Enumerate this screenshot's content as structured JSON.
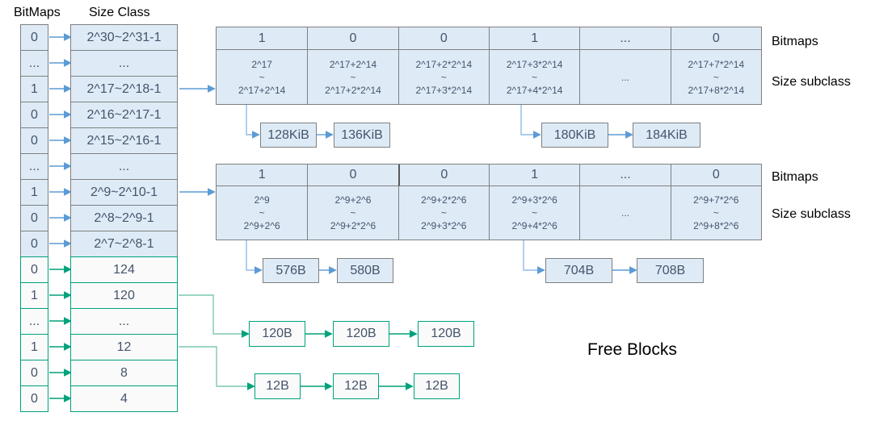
{
  "header": {
    "bitmaps": "BitMaps",
    "size_class": "Size Class"
  },
  "left_panel": {
    "blue_rows": [
      {
        "bit": "0",
        "size_class": "2^30~2^31-1"
      },
      {
        "bit": "...",
        "size_class": "..."
      },
      {
        "bit": "1",
        "size_class": "2^17~2^18-1"
      },
      {
        "bit": "0",
        "size_class": "2^16~2^17-1"
      },
      {
        "bit": "0",
        "size_class": "2^15~2^16-1"
      },
      {
        "bit": "...",
        "size_class": "..."
      },
      {
        "bit": "1",
        "size_class": "2^9~2^10-1"
      },
      {
        "bit": "0",
        "size_class": "2^8~2^9-1"
      },
      {
        "bit": "0",
        "size_class": "2^7~2^8-1"
      }
    ],
    "green_rows": [
      {
        "bit": "0",
        "size_class": "124"
      },
      {
        "bit": "1",
        "size_class": "120"
      },
      {
        "bit": "...",
        "size_class": "..."
      },
      {
        "bit": "1",
        "size_class": "12"
      },
      {
        "bit": "0",
        "size_class": "8"
      },
      {
        "bit": "0",
        "size_class": "4"
      }
    ]
  },
  "table1": {
    "bitmaps_label": "Bitmaps",
    "subclass_label": "Size subclass",
    "bits": [
      "1",
      "0",
      "0",
      "1",
      "...",
      "0"
    ],
    "cells": [
      {
        "l1": "2^17",
        "l2": "~",
        "l3": "2^17+2^14"
      },
      {
        "l1": "2^17+2^14",
        "l2": "~",
        "l3": "2^17+2*2^14"
      },
      {
        "l1": "2^17+2*2^14",
        "l2": "~",
        "l3": "2^17+3*2^14"
      },
      {
        "l1": "2^17+3*2^14",
        "l2": "~",
        "l3": "2^17+4*2^14"
      },
      {
        "l1": "",
        "l2": "...",
        "l3": ""
      },
      {
        "l1": "2^17+7*2^14",
        "l2": "~",
        "l3": "2^17+8*2^14"
      }
    ],
    "free_nodes": [
      "128KiB",
      "136KiB",
      "180KiB",
      "184KiB"
    ]
  },
  "table2": {
    "bitmaps_label": "Bitmaps",
    "subclass_label": "Size subclass",
    "bits": [
      "1",
      "0",
      "0",
      "1",
      "...",
      "0"
    ],
    "cells": [
      {
        "l1": "2^9",
        "l2": "~",
        "l3": "2^9+2^6"
      },
      {
        "l1": "2^9+2^6",
        "l2": "~",
        "l3": "2^9+2*2^6"
      },
      {
        "l1": "2^9+2*2^6",
        "l2": "~",
        "l3": "2^9+3*2^6"
      },
      {
        "l1": "2^9+3*2^6",
        "l2": "~",
        "l3": "2^9+4*2^6"
      },
      {
        "l1": "",
        "l2": "...",
        "l3": ""
      },
      {
        "l1": "2^9+7*2^6",
        "l2": "~",
        "l3": "2^9+8*2^6"
      }
    ],
    "free_nodes": [
      "576B",
      "580B",
      "704B",
      "708B"
    ]
  },
  "free_blocks": {
    "label": "Free Blocks",
    "list_120": [
      "120B",
      "120B",
      "120B"
    ],
    "list_12": [
      "12B",
      "12B",
      "12B"
    ]
  },
  "colors": {
    "light_blue_fill": "#DEEBF7",
    "gray_border": "#7F7F7F",
    "blue_arrow": "#5B9BD5",
    "light_blue_elbow": "#8FBCE8",
    "green": "#00A17C",
    "light_green_elbow": "#7CC9B0",
    "cell_text": "#44546A",
    "dark_divider": "#595959"
  }
}
